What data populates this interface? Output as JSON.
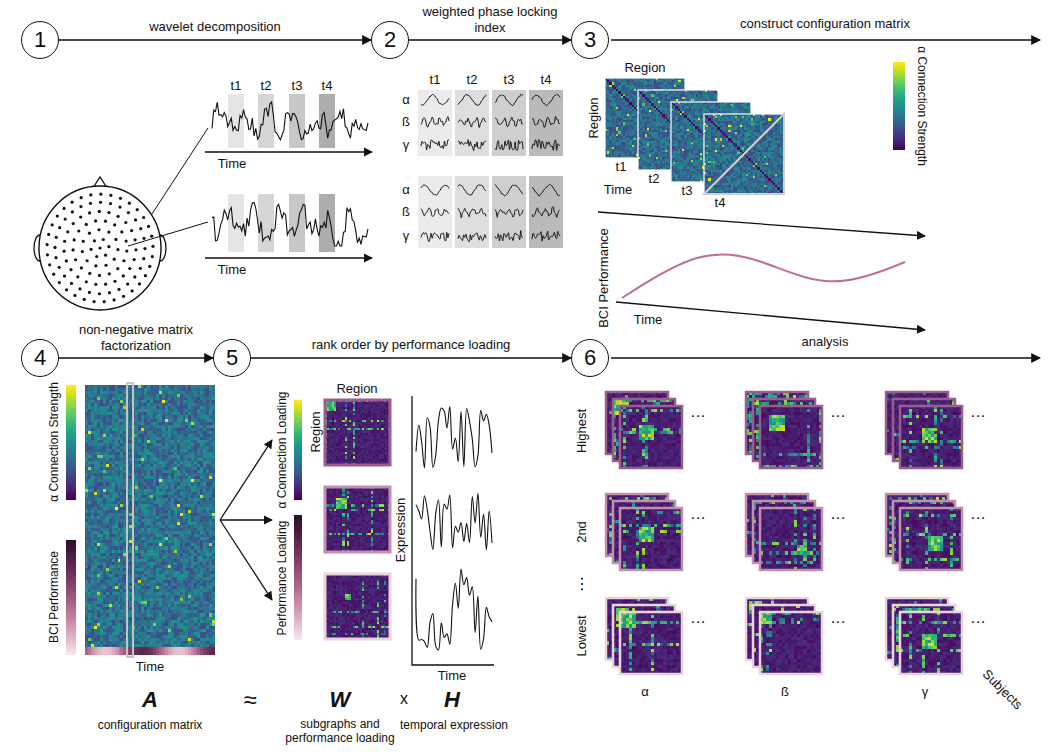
{
  "diagram": {
    "nodes": [
      {
        "text": [
          "1"
        ]
      },
      {
        "text": [
          "2"
        ]
      },
      {
        "text": [
          "3"
        ]
      },
      {
        "text": [
          "4"
        ]
      },
      {
        "text": [
          "5"
        ]
      },
      {
        "text": [
          "6"
        ]
      }
    ],
    "edges": [
      {
        "from": 0,
        "to": 1,
        "arrow": "to",
        "label": "wavelet decomposition"
      },
      {
        "from": 1,
        "to": 2,
        "arrow": "to",
        "label": "weighted phase locking index"
      },
      {
        "from": 3,
        "to": 4,
        "arrow": "to",
        "label": "non-negative matrix factorization"
      },
      {
        "from": 4,
        "to": 5,
        "arrow": "to",
        "label": "rank order by performance loading"
      }
    ],
    "labels": [
      "t1",
      "t2",
      "t3",
      "t4",
      "Time",
      "Time",
      "t1",
      "t2",
      "t3",
      "t4",
      "α",
      "ß",
      "γ",
      "α",
      "ß",
      "γ",
      "construct configuration matrix",
      "Region",
      "Region",
      "t1",
      "t2",
      "t3",
      "t4",
      "Time",
      "α Connection Strength",
      "BCI Performance",
      "Time",
      "α Connection Strength",
      "BCI Performance",
      "Time",
      "A",
      "configuration matrix",
      "≈",
      "Region",
      "Region",
      "α Connection Loading",
      "Performance Loading",
      "Expression",
      "Time",
      "W",
      "subgraphs and performance loading",
      "x",
      "H",
      "temporal expression",
      "analysis",
      "Highest",
      "2nd",
      "⋮",
      "Lowest",
      "…",
      "…",
      "…",
      "…",
      "…",
      "…",
      "…",
      "…",
      "…",
      "α",
      "ß",
      "γ",
      "Subjects"
    ]
  }
}
